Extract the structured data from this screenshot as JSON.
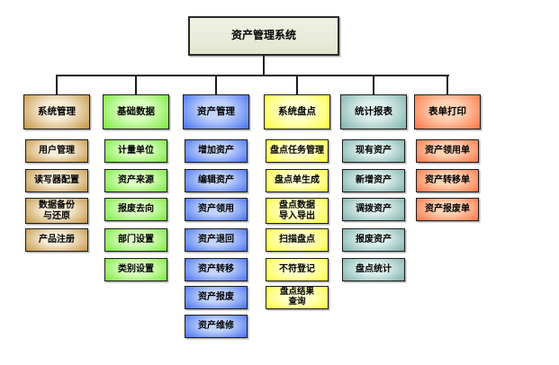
{
  "root": {
    "label": "资产管理系统"
  },
  "columns": [
    {
      "name": "system-management",
      "header": "系统管理",
      "color_edge": "#bf8b35",
      "color_center": "#f7eed9",
      "items": [
        "用户管理",
        "读写器配置",
        "数据备份\n与还原",
        "产品注册"
      ]
    },
    {
      "name": "basic-data",
      "header": "基础数据",
      "color_edge": "#6ee62e",
      "color_center": "#dcffc2",
      "items": [
        "计量单位",
        "资产来源",
        "报废去向",
        "部门设置",
        "类别设置"
      ]
    },
    {
      "name": "asset-management",
      "header": "资产管理",
      "color_edge": "#3a67f2",
      "color_center": "#c3d4fb",
      "items": [
        "增加资产",
        "编辑资产",
        "资产领用",
        "资产退回",
        "资产转移",
        "资产报废",
        "资产维修"
      ]
    },
    {
      "name": "system-inventory",
      "header": "系统盘点",
      "color_edge": "#ffff2e",
      "color_center": "#ffffcd",
      "items": [
        "盘点任务管理",
        "盘点单生成",
        "盘点数据\n导入导出",
        "扫描盘点",
        "不符登记",
        "盘点结果\n查询"
      ]
    },
    {
      "name": "statistical-reports",
      "header": "统计报表",
      "color_edge": "#74a9a6",
      "color_center": "#ddf0ec",
      "items": [
        "现有资产",
        "新增资产",
        "调拨资产",
        "报废资产",
        "盘点统计"
      ]
    },
    {
      "name": "form-printing",
      "header": "表单打印",
      "color_edge": "#ff6a38",
      "color_center": "#ffd2b3",
      "items": [
        "资产领用单",
        "资产转移单",
        "资产报废单"
      ]
    }
  ]
}
